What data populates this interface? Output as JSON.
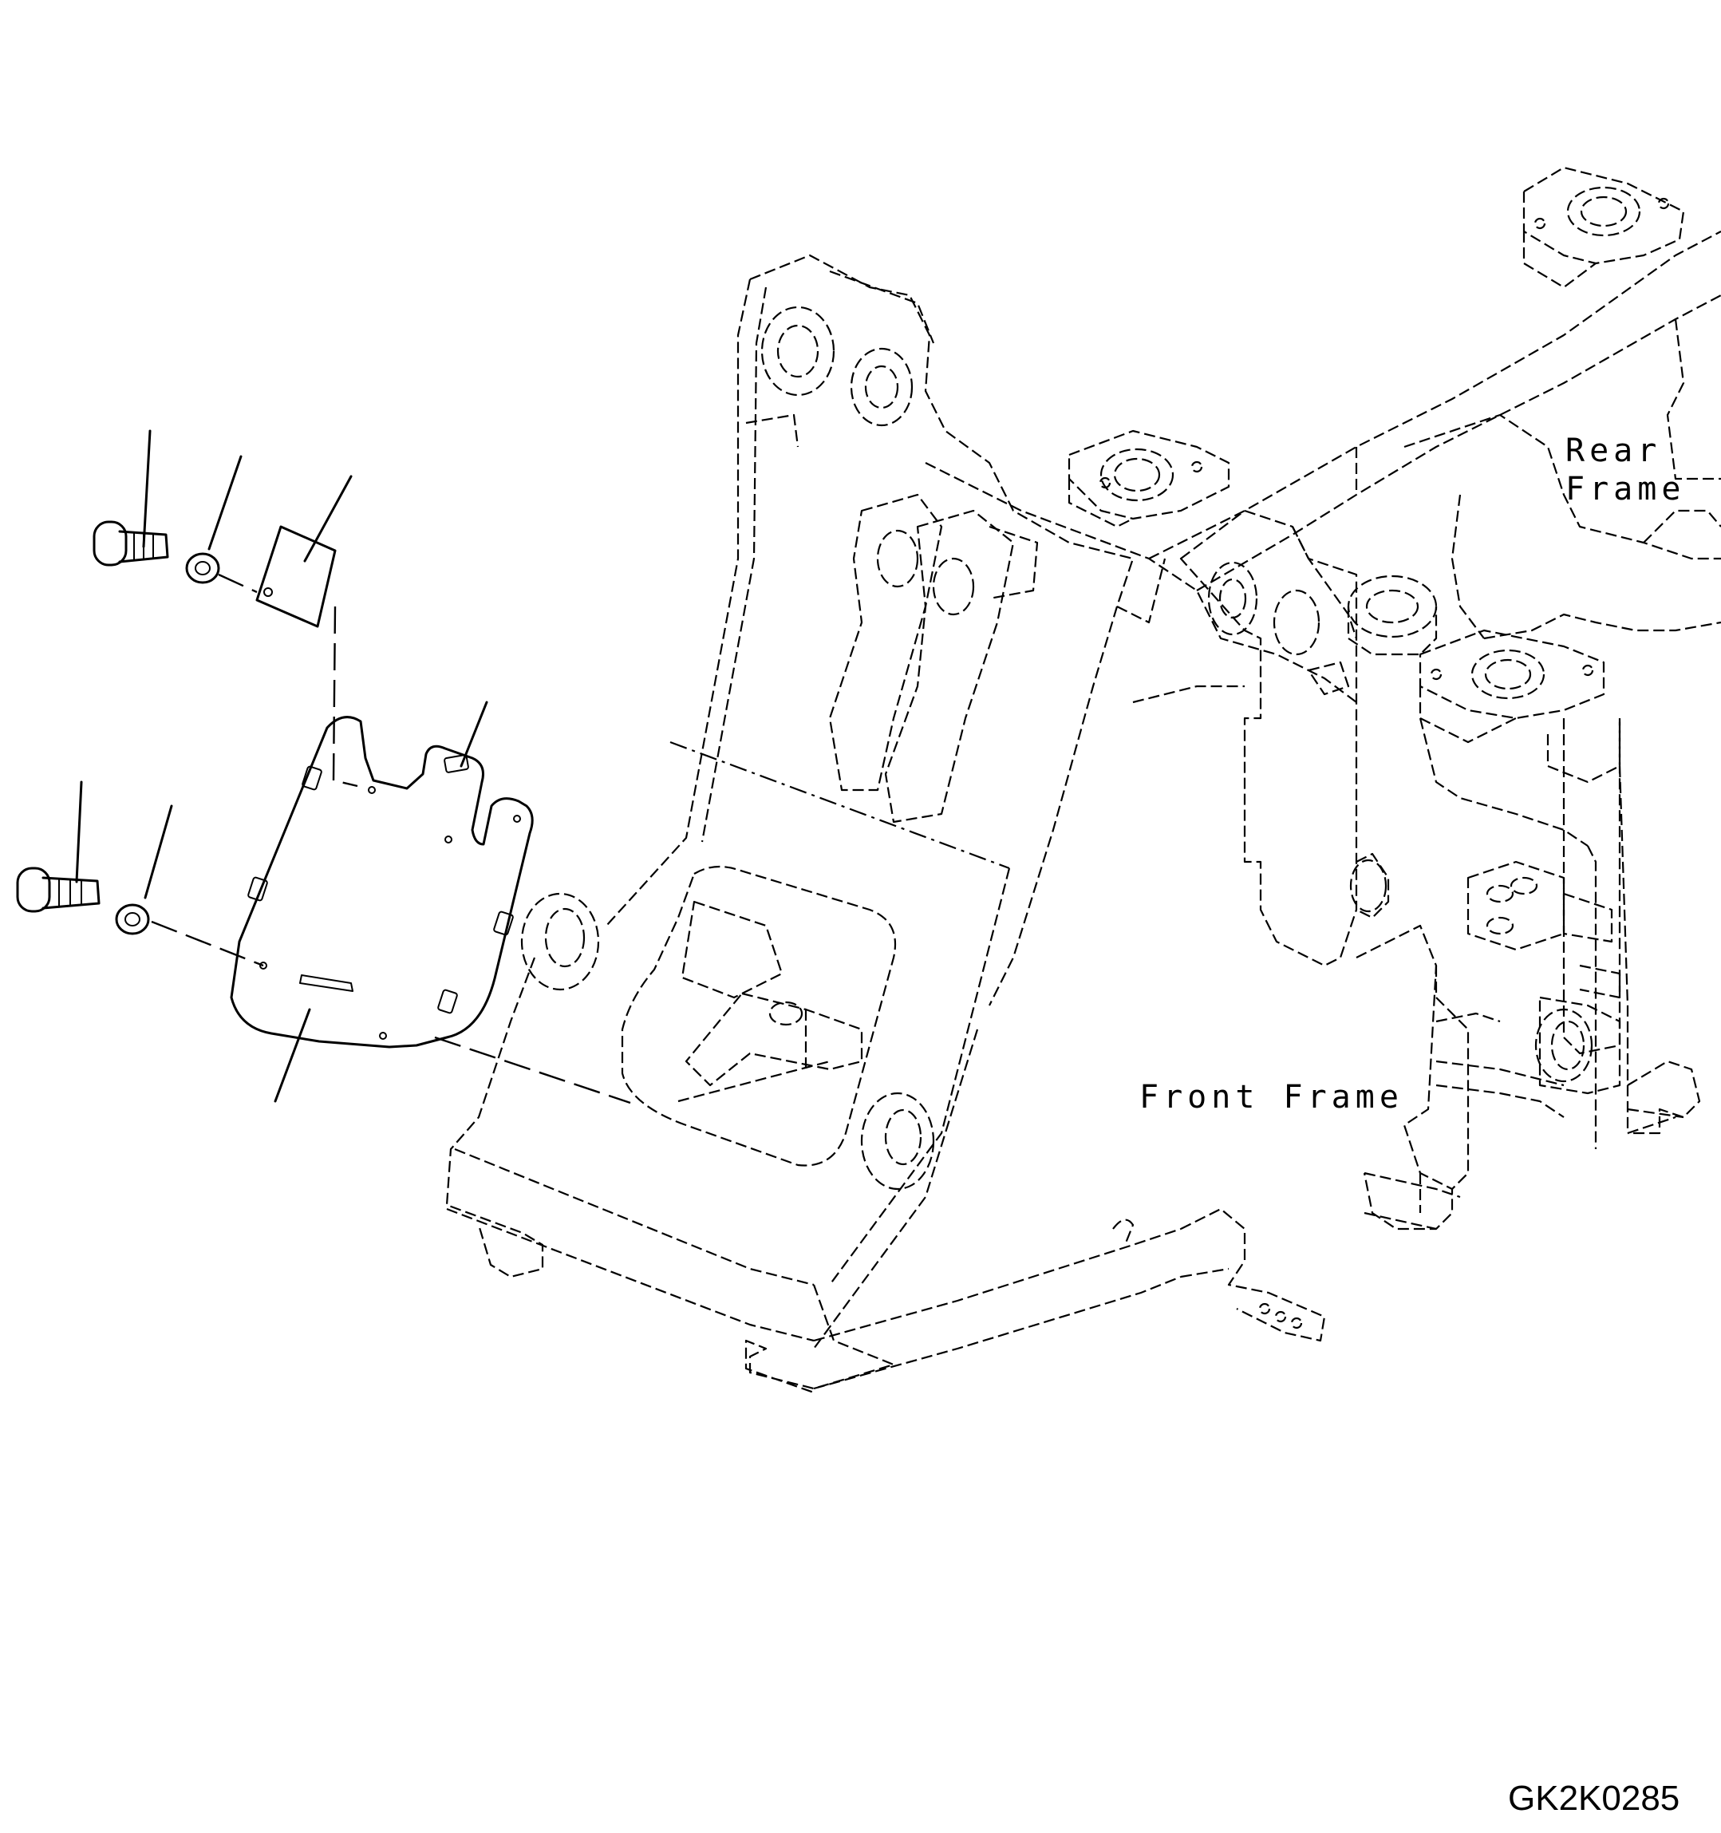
{
  "labels": {
    "rear_frame_line1": "Rear",
    "rear_frame_line2": "Frame",
    "front_frame": "Front Frame"
  },
  "drawing_code": "GK2K0285"
}
